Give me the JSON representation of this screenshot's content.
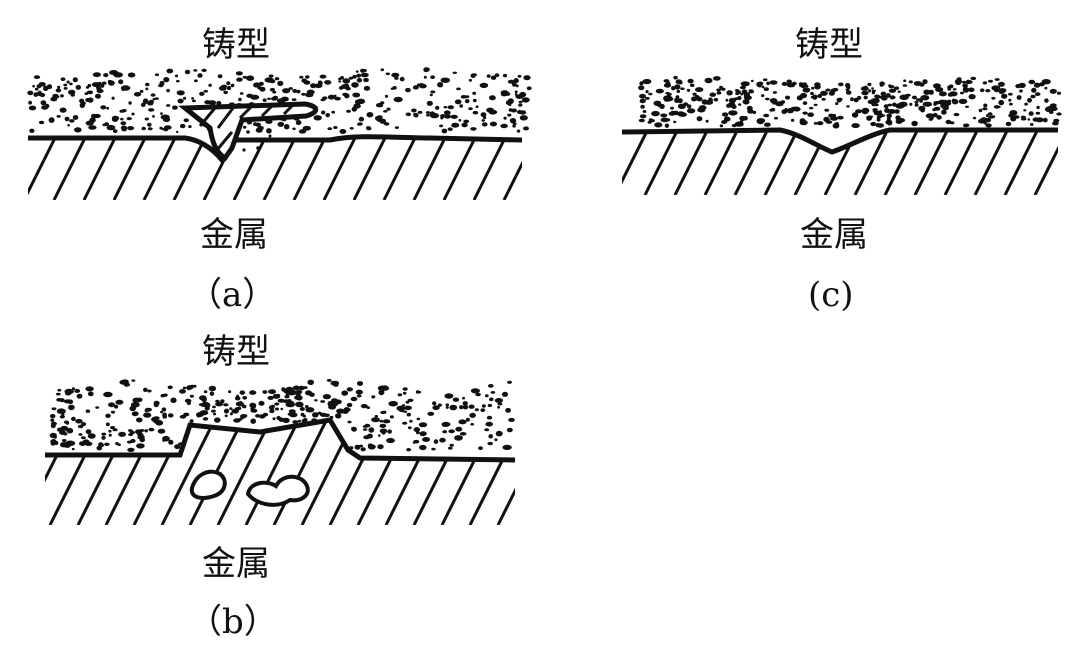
{
  "panels": {
    "a": {
      "mold_label": "铸型",
      "metal_label": "金属",
      "caption": "（a）"
    },
    "b": {
      "mold_label": "铸型",
      "metal_label": "金属",
      "caption": "（b）"
    },
    "c": {
      "mold_label": "铸型",
      "metal_label": "金属",
      "caption": "(c)"
    }
  },
  "colors": {
    "ink": "#111111",
    "background": "#ffffff"
  }
}
